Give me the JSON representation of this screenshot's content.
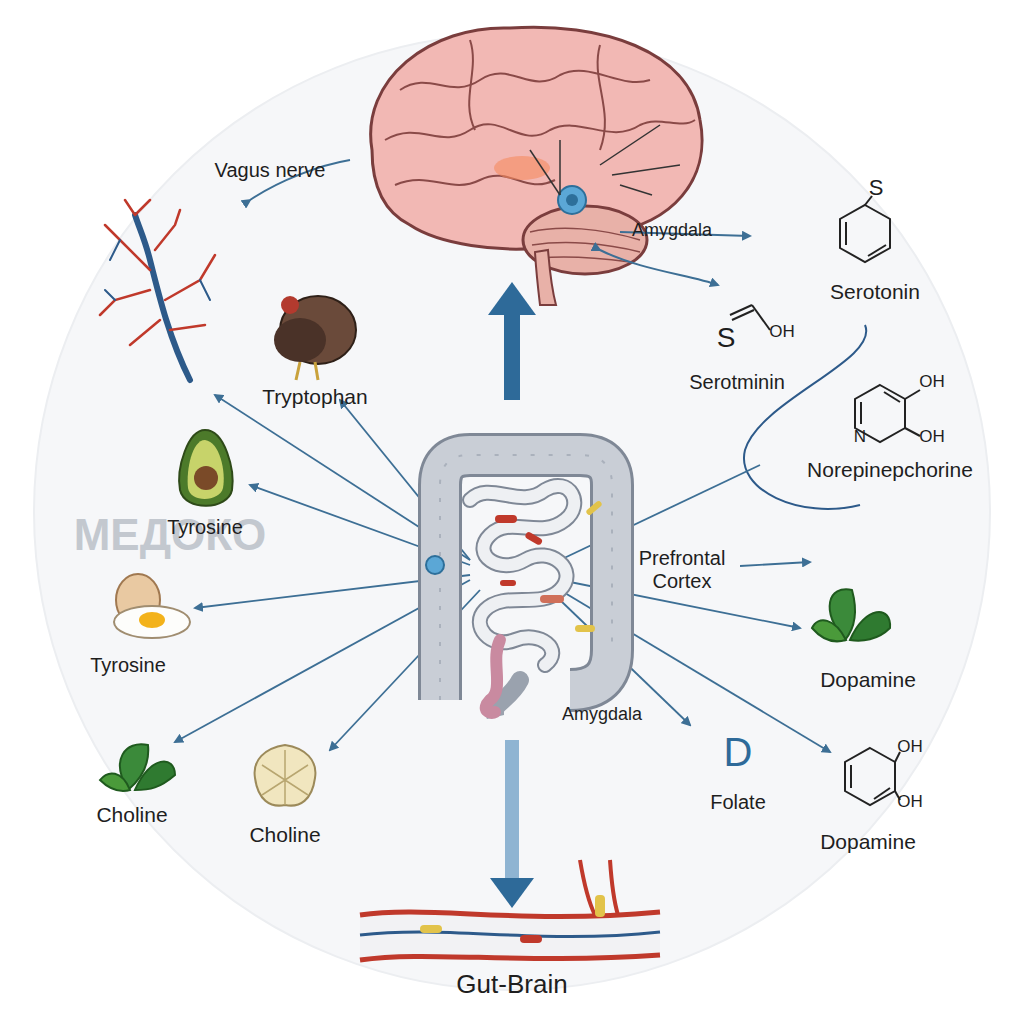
{
  "diagram": {
    "caption": "Gut-Brain",
    "labels": [
      "Vagus nerve",
      "Amygdala",
      "S",
      "Serotonin",
      "S",
      "OH",
      "Tryptophan",
      "Serotminin",
      "OH",
      "N",
      "OH",
      "Norepinepchorine",
      "МЕДОКО",
      "Tyrosine",
      "Prefrontal Cortex",
      "Tyrosine",
      "Dopamine",
      "Amygdala",
      "D",
      "OH",
      "OH",
      "Folate",
      "Dopamine",
      "Choline",
      "Choline"
    ]
  }
}
